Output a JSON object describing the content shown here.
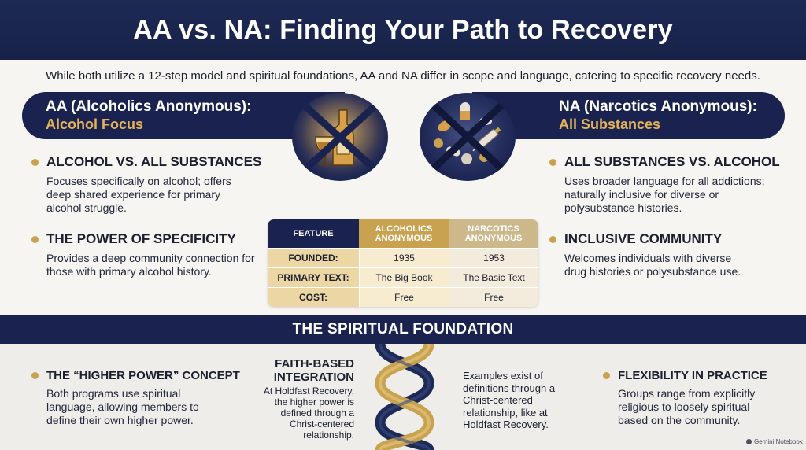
{
  "title": "AA vs. NA: Finding Your Path to Recovery",
  "intro": "While both utilize a 12-step model and spiritual foundations, AA and NA differ in scope and language, catering to specific recovery needs.",
  "aa": {
    "pill_line1": "AA (Alcoholics Anonymous):",
    "pill_line2": "Alcohol Focus",
    "icon": "crossed-out-alcohol-icon",
    "features": [
      {
        "heading": "ALCOHOL VS. ALL SUBSTANCES",
        "body": "Focuses specifically on alcohol; offers deep shared experience for primary alcohol struggle."
      },
      {
        "heading": "THE POWER OF SPECIFICITY",
        "body": "Provides a deep community connection for those with primary alcohol history."
      }
    ]
  },
  "na": {
    "pill_line1": "NA (Narcotics Anonymous):",
    "pill_line2": "All Substances",
    "icon": "crossed-out-drugs-icon",
    "features": [
      {
        "heading": "ALL SUBSTANCES VS. ALCOHOL",
        "body": "Uses broader language for all addictions; naturally inclusive for diverse or polysubstance histories."
      },
      {
        "heading": "INCLUSIVE COMMUNITY",
        "body": "Welcomes individuals with diverse drug histories or polysubstance use."
      }
    ]
  },
  "table": {
    "headers": [
      "FEATURE",
      "ALCOHOLICS ANONYMOUS",
      "NARCOTICS ANONYMOUS"
    ],
    "rows": [
      {
        "label": "FOUNDED:",
        "aa": "1935",
        "na": "1953"
      },
      {
        "label": "PRIMARY TEXT:",
        "aa": "The Big Book",
        "na": "The Basic Text"
      },
      {
        "label": "COST:",
        "aa": "Free",
        "na": "Free"
      }
    ]
  },
  "spiritual": {
    "heading": "THE SPIRITUAL FOUNDATION",
    "higher_power": {
      "heading": "THE “HIGHER POWER” CONCEPT",
      "body": "Both programs use spiritual language, allowing members to define their own higher power."
    },
    "faith": {
      "heading_line1": "FAITH-BASED",
      "heading_line2": "INTEGRATION",
      "body": "At Holdfast Recovery, the higher power is defined through a Christ-centered relationship."
    },
    "examples": "Examples exist of definitions through a Christ-centered relationship, like at Holdfast Recovery.",
    "flexibility": {
      "heading": "FLEXIBILITY IN PRACTICE",
      "body": "Groups range from explicitly religious to loosely spiritual based on the community."
    },
    "icon": "double-helix-icon"
  },
  "watermark": "Gemini Notebook",
  "colors": {
    "navy": "#1a2350",
    "gold": "#c8a24e",
    "gold_light": "#e3b25a",
    "tan": "#cdb88c"
  }
}
